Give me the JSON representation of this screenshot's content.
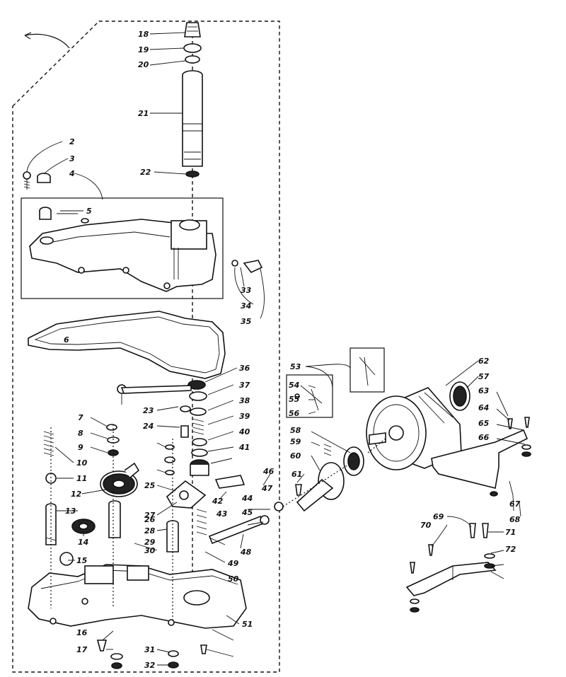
{
  "labels": [
    "18",
    "19",
    "20",
    "21",
    "22",
    "2",
    "3",
    "4",
    "5",
    "33",
    "34",
    "35",
    "6",
    "36",
    "37",
    "23",
    "38",
    "24",
    "39",
    "7",
    "8",
    "9",
    "10",
    "11",
    "12",
    "40",
    "41",
    "25",
    "42",
    "46",
    "47",
    "48",
    "44",
    "45",
    "43",
    "26",
    "27",
    "13",
    "14",
    "28",
    "29",
    "30",
    "49",
    "50",
    "15",
    "51",
    "16",
    "17",
    "31",
    "32",
    "53",
    "54",
    "55",
    "56",
    "57",
    "58",
    "59",
    "60",
    "61",
    "62",
    "63",
    "64",
    "65",
    "66",
    "67",
    "68",
    "69",
    "70",
    "71",
    "72"
  ],
  "colors": {
    "ink": "#111111",
    "paper": "#ffffff"
  }
}
